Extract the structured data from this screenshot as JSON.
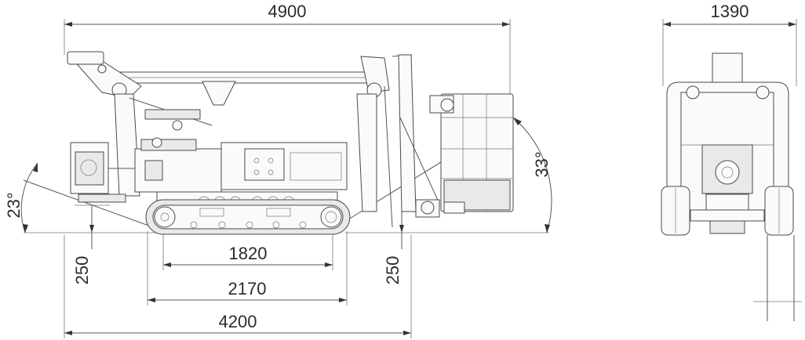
{
  "side_view": {
    "overall_length": "4900",
    "stowed_length": "4200",
    "track_length": "2170",
    "wheelbase": "1820",
    "clearance_front": "250",
    "clearance_rear": "250",
    "slope_rear": "23°",
    "slope_front": "33°"
  },
  "front_view": {
    "overall_width": "1390"
  },
  "colors": {
    "line": "#4a4a4a",
    "text": "#2b2b2b",
    "background": "#ffffff"
  }
}
